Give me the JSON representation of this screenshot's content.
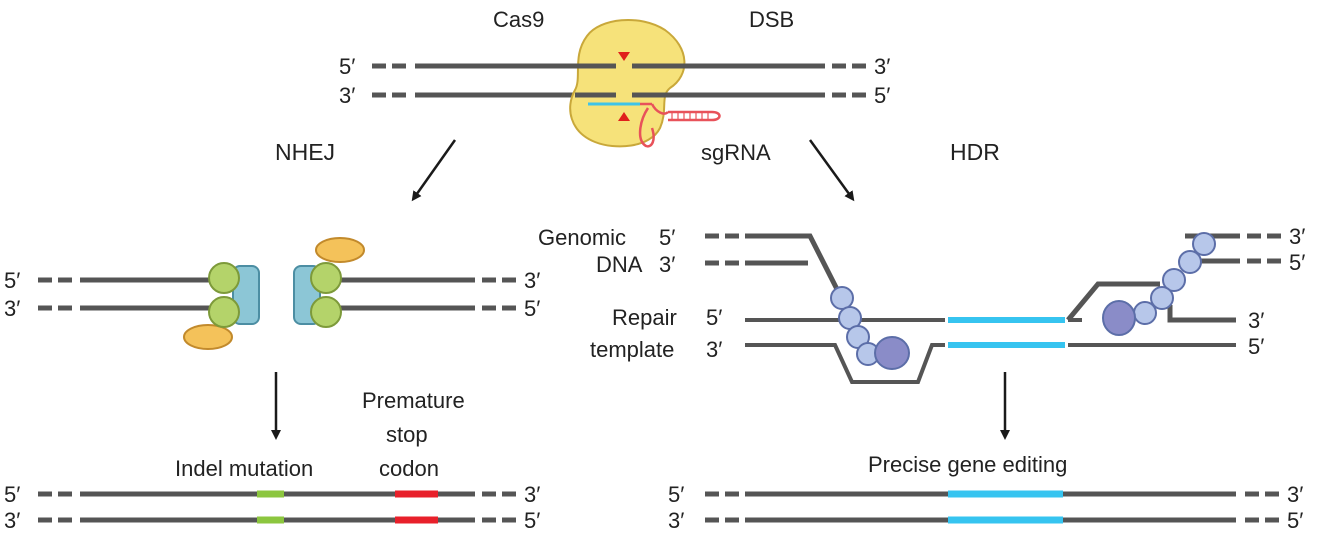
{
  "labels": {
    "cas9": "Cas9",
    "dsb": "DSB",
    "sgrna": "sgRNA",
    "nhej": "NHEJ",
    "hdr": "HDR",
    "indel": "Indel mutation",
    "premature_1": "Premature",
    "premature_2": "stop",
    "premature_3": "codon",
    "genomic": "Genomic",
    "dna": "DNA",
    "repair": "Repair",
    "template": "template",
    "precise": "Precise gene editing",
    "five_prime": "5′",
    "three_prime": "3′"
  },
  "colors": {
    "dna_strand": "#555555",
    "cas9_fill": "#f6e27a",
    "cas9_stroke": "#c9a83a",
    "sgrna": "#e8525a",
    "guide_cyan": "#3ec4ea",
    "cut_marker": "#e0201b",
    "ku_green": "#b4d36a",
    "ku_stroke": "#7d9a3a",
    "ligase_blue": "#8cc6d6",
    "ligase_stroke": "#4c8ea3",
    "orange_protein": "#f4c25a",
    "orange_stroke": "#c28a2c",
    "rad51_bead": "#b7c7ea",
    "rad51_stroke": "#5c6ea8",
    "rad_big": "#8a8cc8",
    "indel_green": "#8cc63f",
    "stop_red": "#e8202a",
    "hdr_cyan": "#36c4f0",
    "arrow": "#1a1a1a"
  },
  "icons": {
    "cas9": "cas9-protein-icon",
    "nhej_complex": "ku-ligase-complex-icon",
    "hdr_complex": "rad51-filament-icon"
  }
}
